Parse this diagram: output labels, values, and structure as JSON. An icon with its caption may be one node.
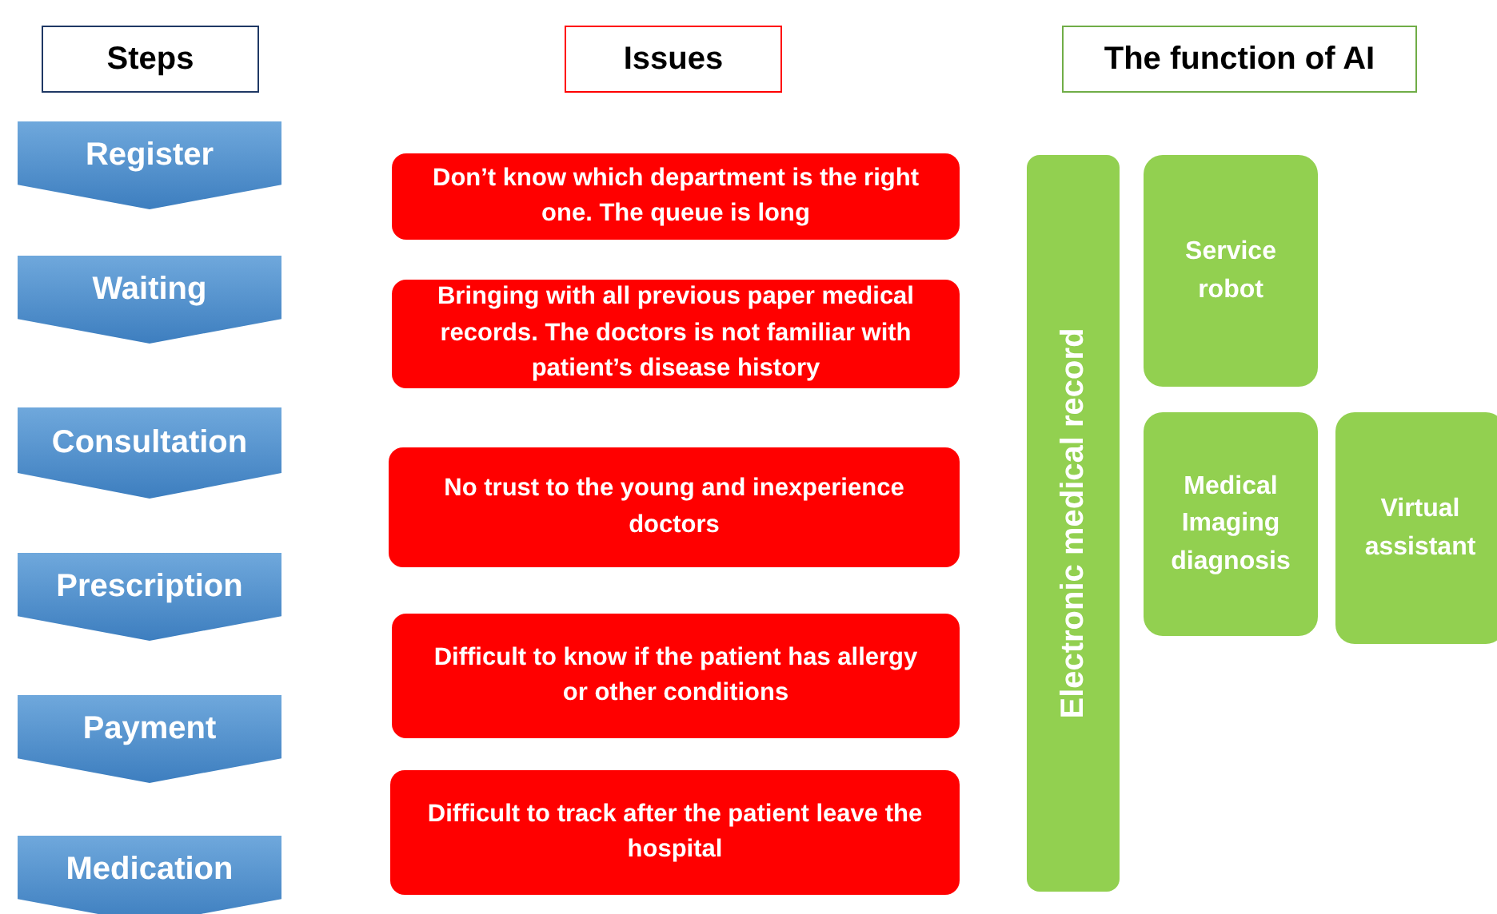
{
  "diagram": {
    "nodes": [
      {
        "text": [
          "Steps"
        ]
      },
      {
        "text": [
          "Issues"
        ]
      },
      {
        "text": [
          "The function of AI"
        ]
      },
      {
        "text": [
          "Register"
        ]
      },
      {
        "text": [
          "Waiting"
        ]
      },
      {
        "text": [
          "Consultation"
        ]
      },
      {
        "text": [
          "Prescription"
        ]
      },
      {
        "text": [
          "Payment"
        ]
      },
      {
        "text": [
          "Medication"
        ]
      },
      {
        "text": [
          "Don’t know which department is the right one. The queue is long"
        ]
      },
      {
        "text": [
          "Bringing with all previous paper medical records. The doctors is not familiar with patient’s disease history"
        ]
      },
      {
        "text": [
          "No trust to the young and inexperience doctors"
        ]
      },
      {
        "text": [
          "Difficult to know if the patient has allergy or other conditions"
        ]
      },
      {
        "text": [
          "Difficult to track after the patient leave the hospital"
        ]
      },
      {
        "text": [
          "Electronic medical record"
        ]
      },
      {
        "text": [
          "Service robot"
        ]
      },
      {
        "text": [
          "Medical Imaging diagnosis"
        ]
      },
      {
        "text": [
          "Virtual assistant"
        ]
      }
    ]
  }
}
